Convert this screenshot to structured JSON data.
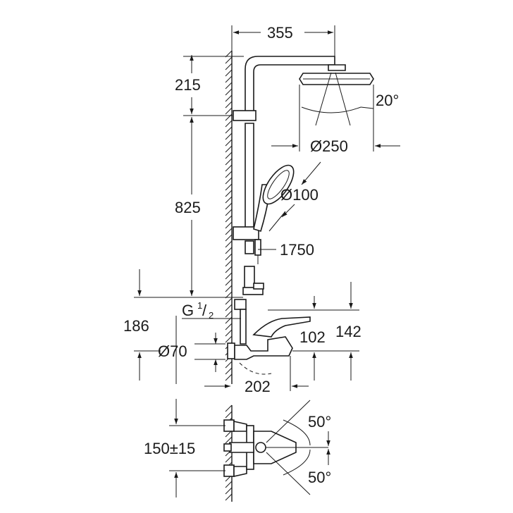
{
  "dimensions": {
    "width_top": "355",
    "height_top": "215",
    "height_rail": "825",
    "angle_head": "20°",
    "dia_head": "Ø250",
    "dia_hand": "Ø100",
    "hose_length": "1750",
    "thread": "G",
    "thread_num": "1",
    "thread_den": "2",
    "height_lower": "186",
    "dia_flange": "Ø70",
    "mixer_102": "102",
    "mixer_142": "142",
    "spout_reach": "202",
    "centers": "150±15",
    "angle_upper": "50°",
    "angle_lower": "50°"
  }
}
